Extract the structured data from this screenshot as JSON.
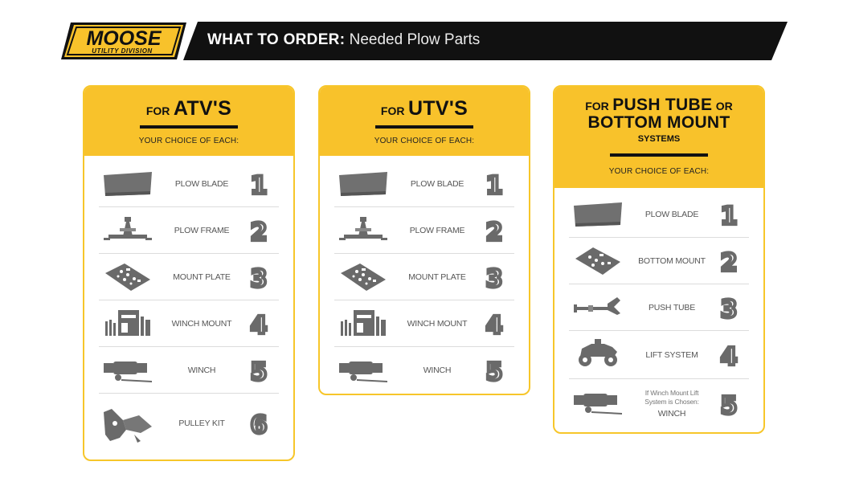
{
  "header": {
    "logo": {
      "line1": "MOOSE",
      "line2": "UTILITY DIVISION"
    },
    "title_bold": "WHAT TO ORDER",
    "title_colon": ":",
    "title_rest": " Needed Plow Parts"
  },
  "colors": {
    "yellow": "#f8c22b",
    "black": "#111111",
    "gray": "#6a6a6a"
  },
  "cards": [
    {
      "title_small": "FOR",
      "title_big": "ATV'S",
      "subtitle": "YOUR CHOICE OF EACH:",
      "items": [
        {
          "icon": "plow-blade-icon",
          "label": "PLOW BLADE",
          "num": "1"
        },
        {
          "icon": "plow-frame-icon",
          "label": "PLOW FRAME",
          "num": "2"
        },
        {
          "icon": "mount-plate-icon",
          "label": "MOUNT PLATE",
          "num": "3"
        },
        {
          "icon": "winch-mount-icon",
          "label": "WINCH MOUNT",
          "num": "4"
        },
        {
          "icon": "winch-icon",
          "label": "WINCH",
          "num": "5"
        },
        {
          "icon": "pulley-kit-icon",
          "label": "PULLEY KIT",
          "num": "6"
        }
      ]
    },
    {
      "title_small": "FOR",
      "title_big": "UTV'S",
      "subtitle": "YOUR CHOICE OF EACH:",
      "items": [
        {
          "icon": "plow-blade-icon",
          "label": "PLOW BLADE",
          "num": "1"
        },
        {
          "icon": "plow-frame-icon",
          "label": "PLOW FRAME",
          "num": "2"
        },
        {
          "icon": "mount-plate-icon",
          "label": "MOUNT PLATE",
          "num": "3"
        },
        {
          "icon": "winch-mount-icon",
          "label": "WINCH MOUNT",
          "num": "4"
        },
        {
          "icon": "winch-icon",
          "label": "WINCH",
          "num": "5"
        }
      ]
    },
    {
      "title_small_1": "FOR",
      "title_big_1": "PUSH TUBE",
      "title_small_2": "OR",
      "title_big_2": "BOTTOM MOUNT",
      "title_small_3": "SYSTEMS",
      "subtitle": "YOUR CHOICE OF EACH:",
      "items": [
        {
          "icon": "plow-blade-icon",
          "label": "PLOW BLADE",
          "num": "1"
        },
        {
          "icon": "bottom-mount-icon",
          "label": "BOTTOM MOUNT",
          "num": "2"
        },
        {
          "icon": "push-tube-icon",
          "label": "PUSH TUBE",
          "num": "3"
        },
        {
          "icon": "lift-system-icon",
          "label": "LIFT SYSTEM",
          "num": "4"
        },
        {
          "icon": "winch-icon",
          "label_note_1": "If Winch Mount Lift",
          "label_note_2": "System is Chosen:",
          "label": "WINCH",
          "num": "5"
        }
      ]
    }
  ]
}
